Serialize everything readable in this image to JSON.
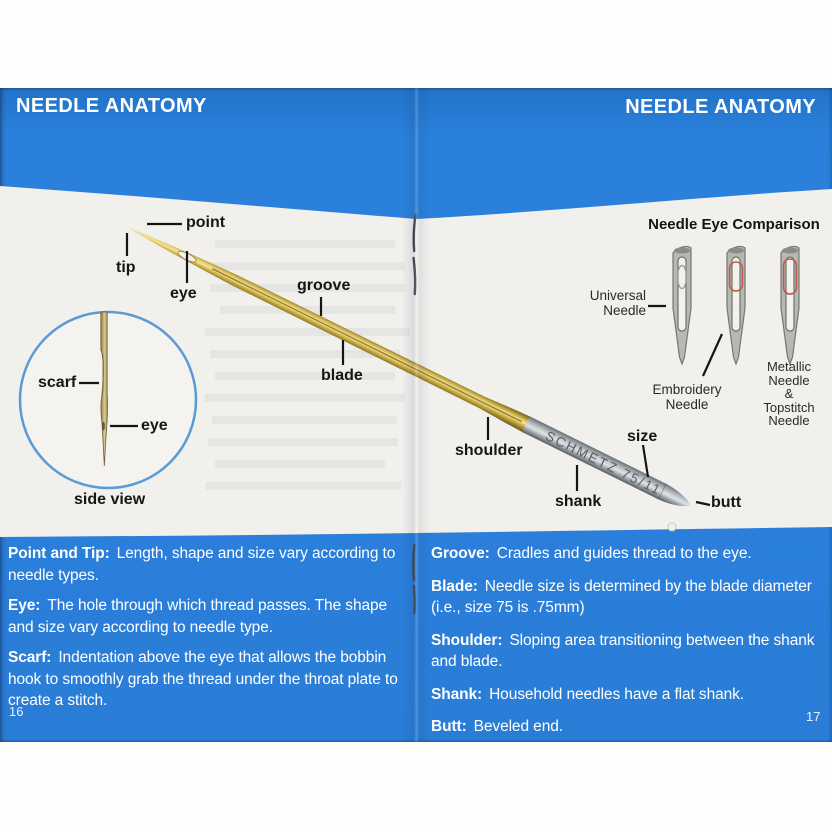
{
  "colors": {
    "page_blue": "#2b80dd",
    "panel_white": "#f1f0ed",
    "label_black": "#161616",
    "text_white": "#ffffff",
    "needle_gold": "#d4b54a",
    "shank_gray": "#aab1b7",
    "eye_ring_red": "#c2574d",
    "inset_ring_blue": "#5b9bd5"
  },
  "left_page": {
    "header": "NEEDLE ANATOMY",
    "page_number": "16",
    "needle_labels": {
      "point": "point",
      "tip": "tip",
      "eye": "eye",
      "groove": "groove",
      "blade": "blade"
    },
    "inset": {
      "scarf_label": "scarf",
      "eye_label": "eye",
      "caption": "side view"
    },
    "definitions": [
      {
        "term": "Point and Tip:",
        "text": "Length, shape and size vary according to needle types."
      },
      {
        "term": "Eye:",
        "text": "The hole through which thread passes. The shape and size vary according to needle type."
      },
      {
        "term": "Scarf:",
        "text": "Indentation above the eye that allows the bobbin hook to smoothly grab the thread under the throat plate to create a stitch."
      }
    ]
  },
  "right_page": {
    "header": "NEEDLE ANATOMY",
    "page_number": "17",
    "comparison": {
      "title": "Needle Eye Comparison",
      "universal_label": "Universal\nNeedle",
      "embroidery_label": "Embroidery\nNeedle",
      "metallic_label": "Metallic\nNeedle\n&\nTopstitch\nNeedle"
    },
    "needle_labels": {
      "shoulder": "shoulder",
      "shank": "shank",
      "size": "size",
      "butt": "butt"
    },
    "shank_engraving": "SCHMETZ 75/11",
    "definitions": [
      {
        "term": "Groove:",
        "text": "Cradles and guides thread to the eye."
      },
      {
        "term": "Blade:",
        "text": "Needle size is determined by the blade diameter (i.e., size 75 is .75mm)"
      },
      {
        "term": "Shoulder:",
        "text": "Sloping area transitioning between the shank and blade."
      },
      {
        "term": "Shank:",
        "text": "Household needles have a flat shank."
      },
      {
        "term": "Butt:",
        "text": "Beveled end."
      }
    ]
  }
}
